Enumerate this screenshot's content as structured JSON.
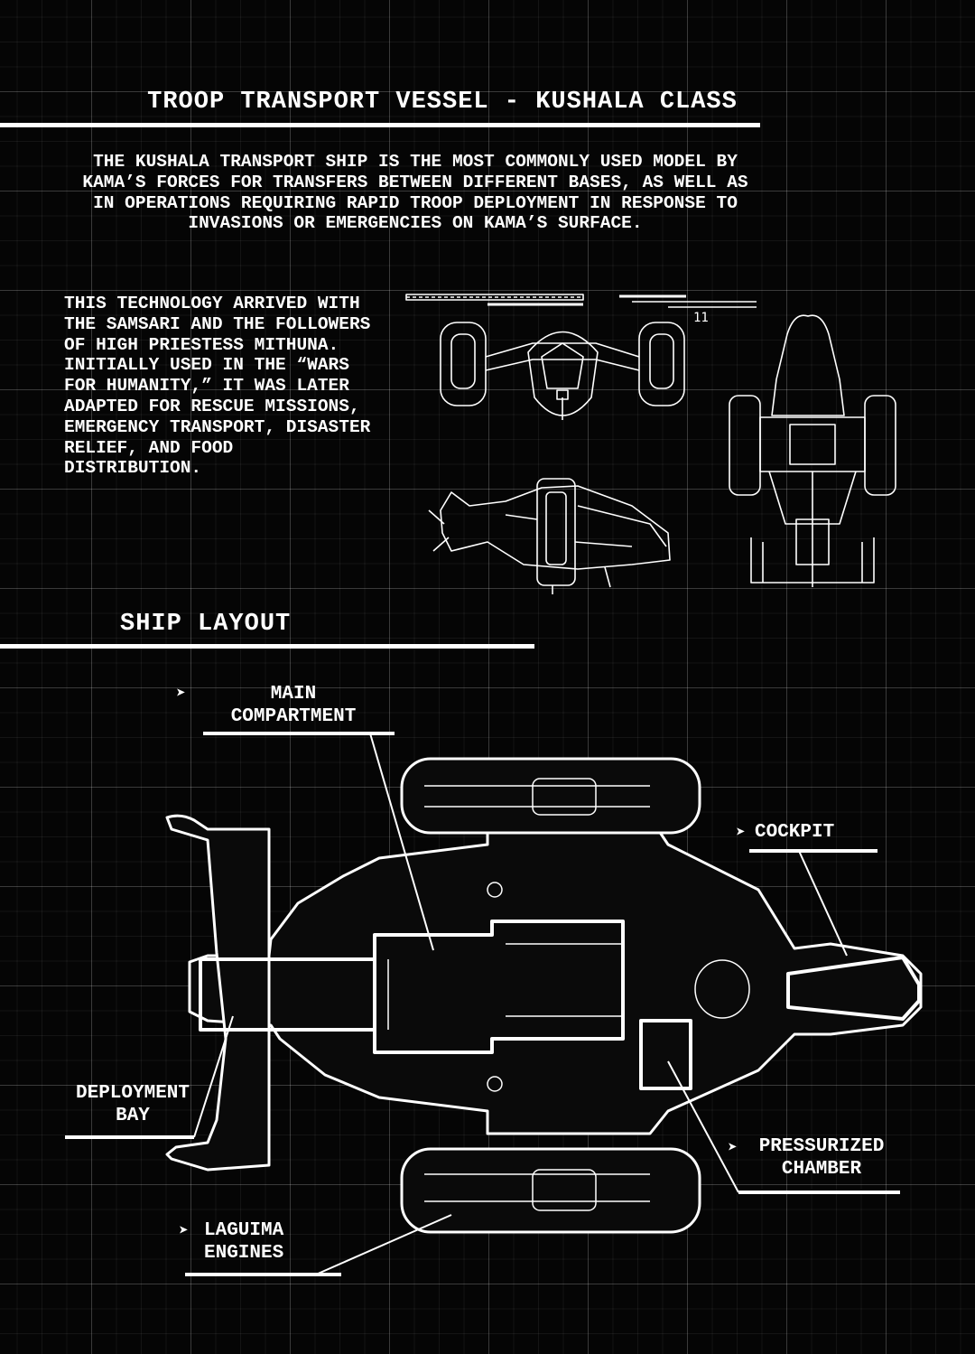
{
  "header": {
    "title": "TROOP TRANSPORT VESSEL - KUSHALA CLASS"
  },
  "intro": {
    "text": "THE KUSHALA TRANSPORT SHIP IS THE MOST COMMONLY USED MODEL BY KAMA’S FORCES FOR TRANSFERS BETWEEN DIFFERENT BASES, AS WELL AS IN OPERATIONS REQUIRING RAPID TROOP DEPLOYMENT IN RESPONSE TO INVASIONS OR EMERGENCIES ON KAMA’S SURFACE."
  },
  "history": {
    "text": "THIS TECHNOLOGY ARRIVED WITH THE SAMSARI AND THE FOLLOWERS OF HIGH PRIESTESS MITHUNA. INITIALLY USED IN THE “WARS FOR HUMANITY,” IT WAS LATER ADAPTED FOR RESCUE MISSIONS, EMERGENCY TRANSPORT, DISASTER RELIEF, AND FOOD DISTRIBUTION."
  },
  "views": {
    "scale_mark": "11"
  },
  "layout": {
    "section_title": "SHIP LAYOUT",
    "labels": {
      "main_compartment": "MAIN\nCOMPARTMENT",
      "cockpit": "COCKPIT",
      "deployment_bay": "DEPLOYMENT\nBAY",
      "pressurized_chamber": "PRESSURIZED\nCHAMBER",
      "laguima_engines": "LAGUIMA\nENGINES"
    },
    "arrow_glyph": "➤"
  },
  "colors": {
    "background": "#050505",
    "ink": "#ffffff",
    "grid": "#3a3a3a"
  }
}
